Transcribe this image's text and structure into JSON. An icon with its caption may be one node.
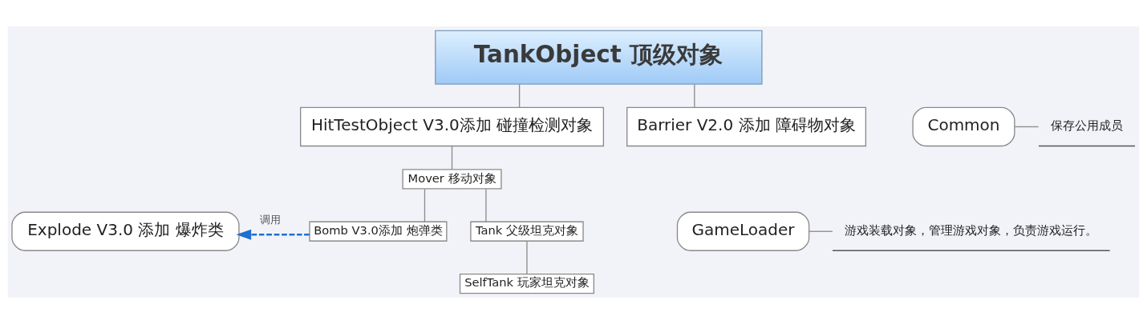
{
  "diagram": {
    "nodes": [
      {
        "text": [
          "TankObject 顶级对象"
        ]
      },
      {
        "text": [
          "HitTestObject V3.0添加 碰撞检测对象"
        ]
      },
      {
        "text": [
          "Barrier V2.0 添加 障碍物对象"
        ]
      },
      {
        "text": [
          "Mover 移动对象"
        ]
      },
      {
        "text": [
          "Bomb V3.0添加 炮弹类"
        ]
      },
      {
        "text": [
          "Tank 父级坦克对象"
        ]
      },
      {
        "text": [
          "SelfTank 玩家坦克对象"
        ]
      },
      {
        "text": [
          "Explode V3.0 添加 爆炸类"
        ]
      },
      {
        "text": [
          "Common"
        ]
      },
      {
        "text": [
          "保存公用成员"
        ]
      },
      {
        "text": [
          "GameLoader"
        ]
      },
      {
        "text": [
          "游戏装载对象，管理游戏对象，负责游戏运行。"
        ]
      }
    ],
    "edges": [
      {
        "from": 0,
        "to": 1,
        "arrow": "none"
      },
      {
        "from": 0,
        "to": 2,
        "arrow": "none"
      },
      {
        "from": 1,
        "to": 3,
        "arrow": "none"
      },
      {
        "from": 3,
        "to": 4,
        "arrow": "none"
      },
      {
        "from": 3,
        "to": 5,
        "arrow": "none"
      },
      {
        "from": 5,
        "to": 6,
        "arrow": "none"
      },
      {
        "from": 4,
        "to": 7,
        "arrow": "to",
        "label": "调用",
        "style": "dashed",
        "color": "#1f6fd1"
      },
      {
        "from": 8,
        "to": 9,
        "arrow": "none"
      },
      {
        "from": 10,
        "to": 11,
        "arrow": "none"
      }
    ]
  }
}
